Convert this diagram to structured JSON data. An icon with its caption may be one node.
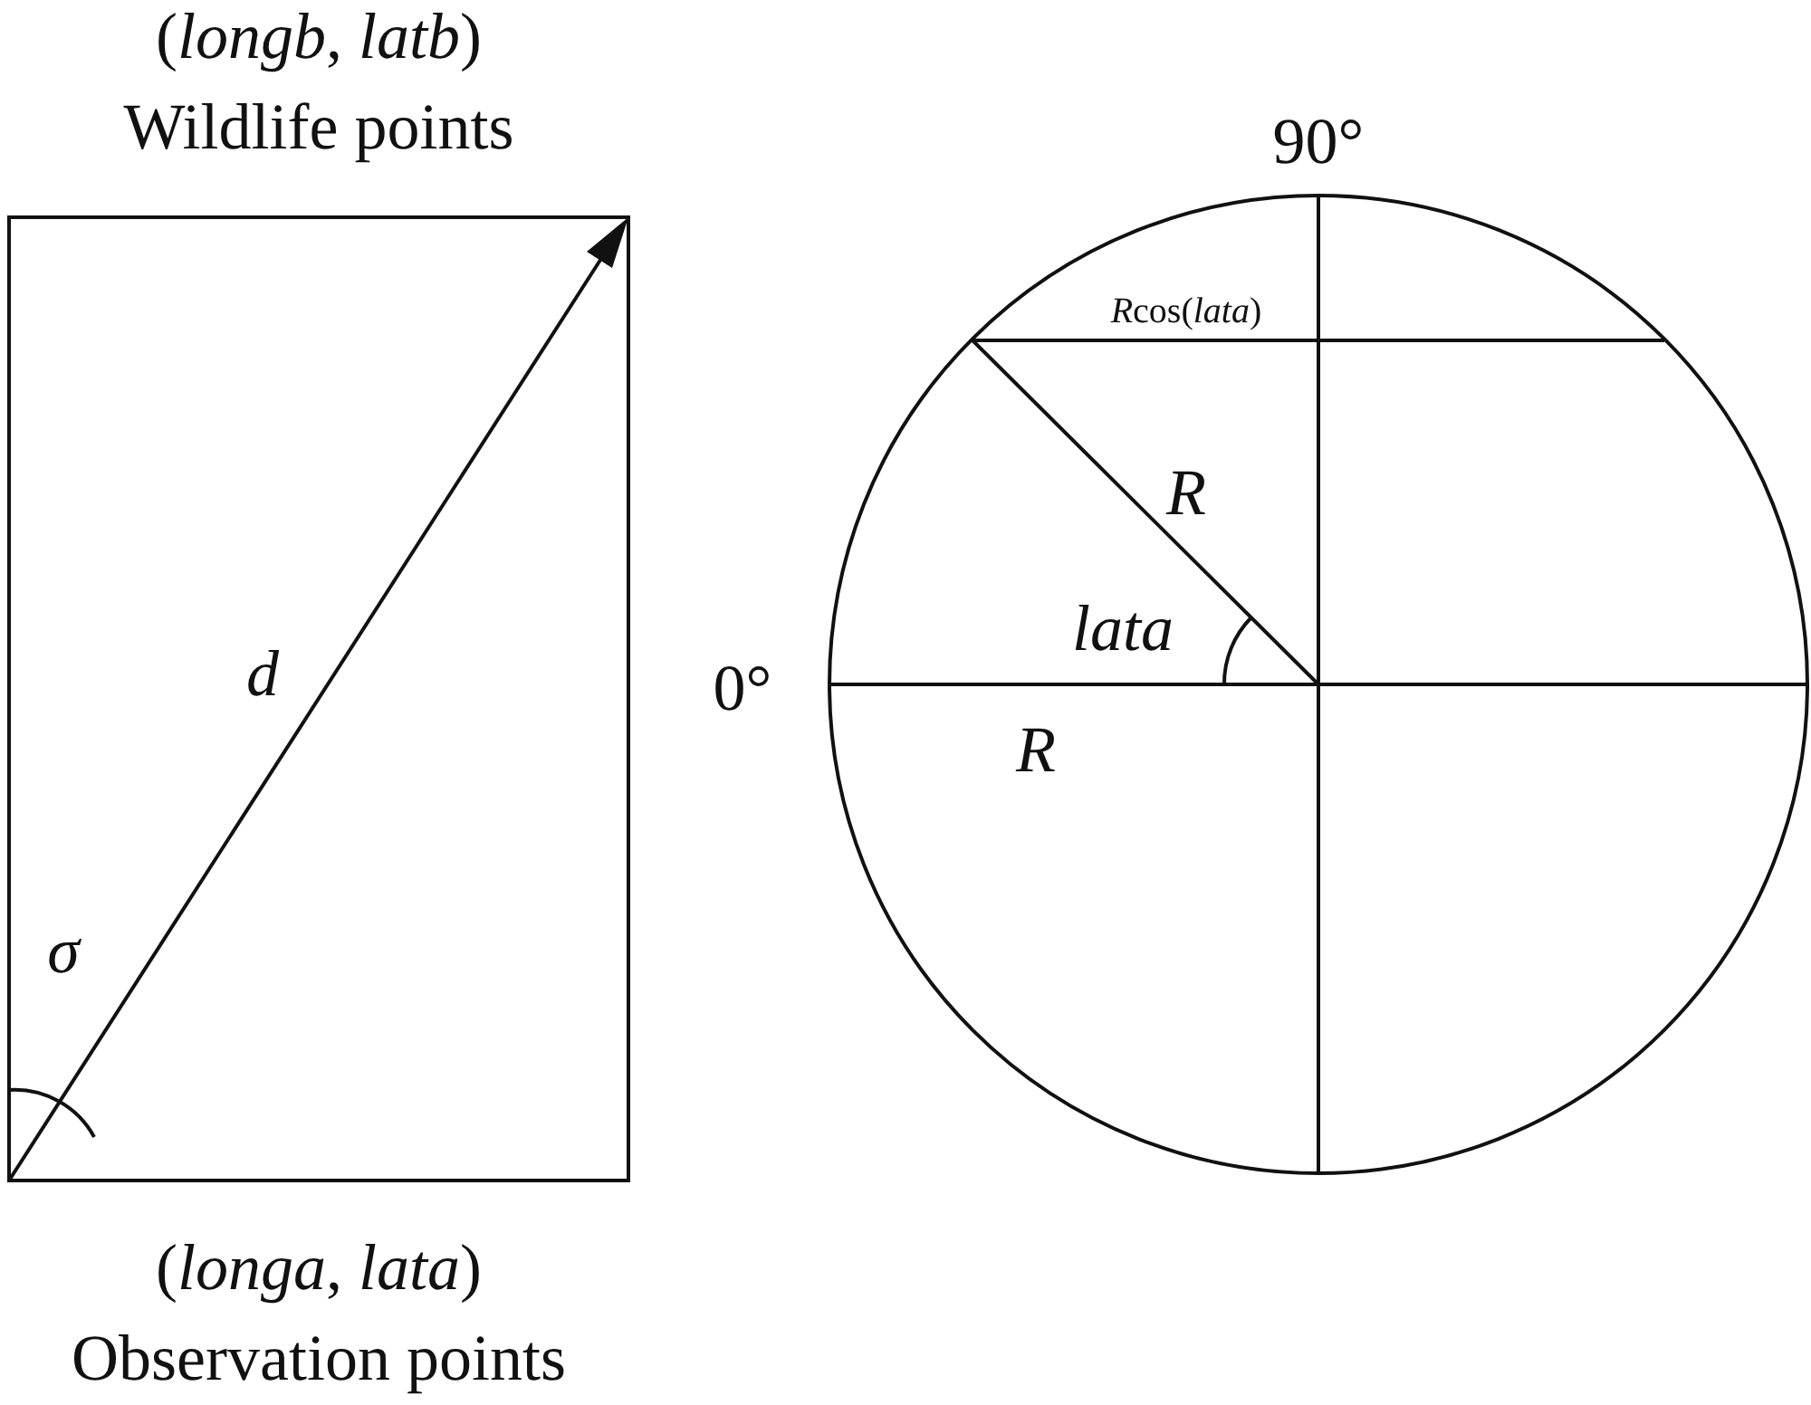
{
  "diagram": {
    "labels": [
      "(*longb*, *latb*)",
      "Wildlife points",
      "90°",
      "Rcos(*lata*)",
      "R",
      "d",
      "lata",
      "0°",
      "R",
      "σ",
      "(*longa*, *lata*)",
      "Observation points"
    ]
  }
}
